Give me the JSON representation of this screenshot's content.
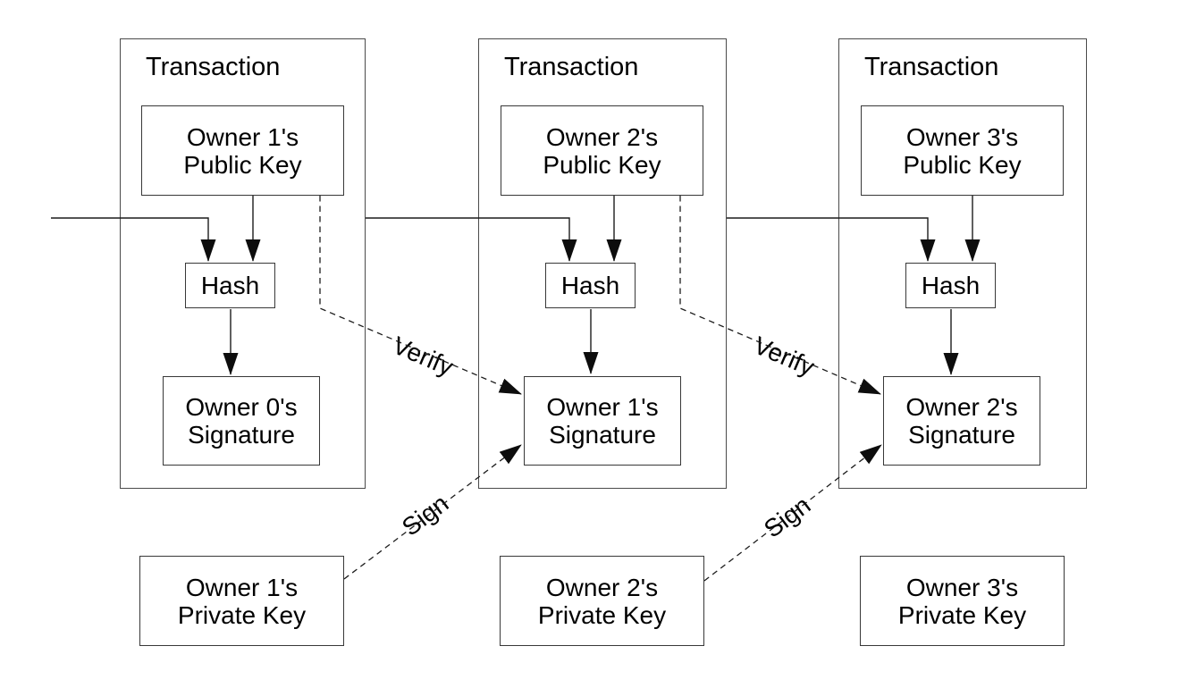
{
  "diagram": {
    "background_color": "#ffffff",
    "line_color": "#1c1c1c",
    "transactions": [
      {
        "title": "Transaction",
        "public_key_line1": "Owner 1's",
        "public_key_line2": "Public Key",
        "hash": "Hash",
        "signature_line1": "Owner 0's",
        "signature_line2": "Signature"
      },
      {
        "title": "Transaction",
        "public_key_line1": "Owner 2's",
        "public_key_line2": "Public Key",
        "hash": "Hash",
        "signature_line1": "Owner 1's",
        "signature_line2": "Signature"
      },
      {
        "title": "Transaction",
        "public_key_line1": "Owner 3's",
        "public_key_line2": "Public Key",
        "hash": "Hash",
        "signature_line1": "Owner 2's",
        "signature_line2": "Signature"
      }
    ],
    "private_keys": [
      {
        "line1": "Owner 1's",
        "line2": "Private Key"
      },
      {
        "line1": "Owner 2's",
        "line2": "Private Key"
      },
      {
        "line1": "Owner 3's",
        "line2": "Private Key"
      }
    ],
    "edge_labels": {
      "verify": "Verify",
      "sign": "Sign"
    }
  }
}
